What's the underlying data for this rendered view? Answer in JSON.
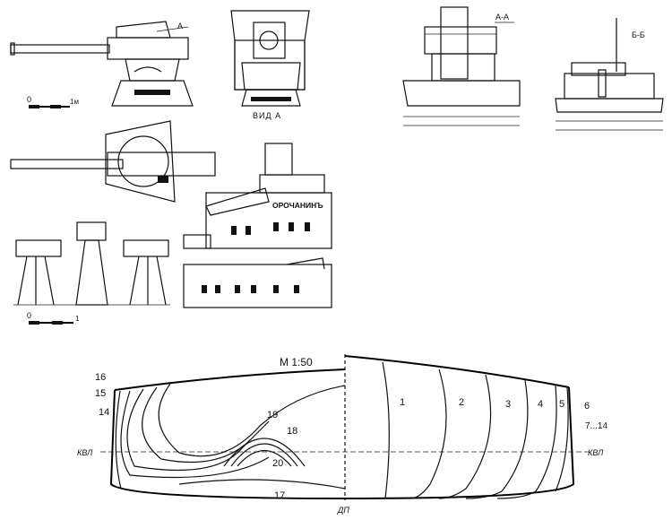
{
  "sheet": {
    "views": {
      "section_aa": "А-А",
      "section_bb": "Б-Б",
      "view_a": "ВИД А"
    },
    "scales": {
      "gun_scale": {
        "zero": "0",
        "end": "1м"
      },
      "mount_scale": {
        "zero": "0",
        "end": "1"
      }
    },
    "callout_a": "А",
    "ship_name": "ОРОЧАНИНЪ",
    "body_plan": {
      "scale_label": "М 1:50",
      "waterline_left": "КВЛ",
      "waterline_right": "КВЛ",
      "centerline": "ДП",
      "stations_right": [
        "1",
        "2",
        "3",
        "4",
        "5",
        "6",
        "7...14"
      ],
      "stations_left": [
        "16",
        "15",
        "14",
        "19",
        "18",
        "20",
        "17"
      ]
    }
  }
}
